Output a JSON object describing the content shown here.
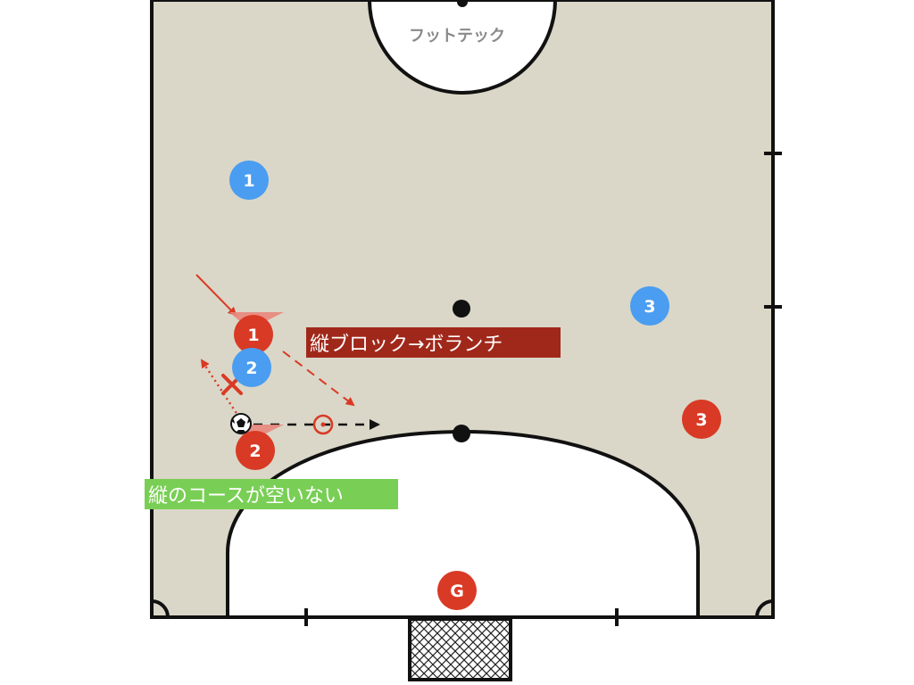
{
  "colors": {
    "court": "#dad7c8",
    "line": "#111111",
    "attacker": "#d93a25",
    "defender": "#4a9df0",
    "brand_text": "#8a8a8a",
    "label_red": "#a0281a",
    "label_green": "#79cf55"
  },
  "court": {
    "brand": "フットテック"
  },
  "players": {
    "defenders": [
      {
        "number": "1"
      },
      {
        "number": "2"
      },
      {
        "number": "3"
      }
    ],
    "attackers": [
      {
        "number": "1"
      },
      {
        "number": "2"
      },
      {
        "number": "3"
      },
      {
        "number": "G"
      }
    ]
  },
  "labels": {
    "vertical_block": "縦ブロック→ボランチ",
    "vertical_closed": "縦のコースが空いない"
  },
  "icons": {
    "ball": "soccer-ball-icon",
    "blocked_pass": "cross-icon",
    "target": "target-circle-icon",
    "goal": "goal-net-icon"
  }
}
